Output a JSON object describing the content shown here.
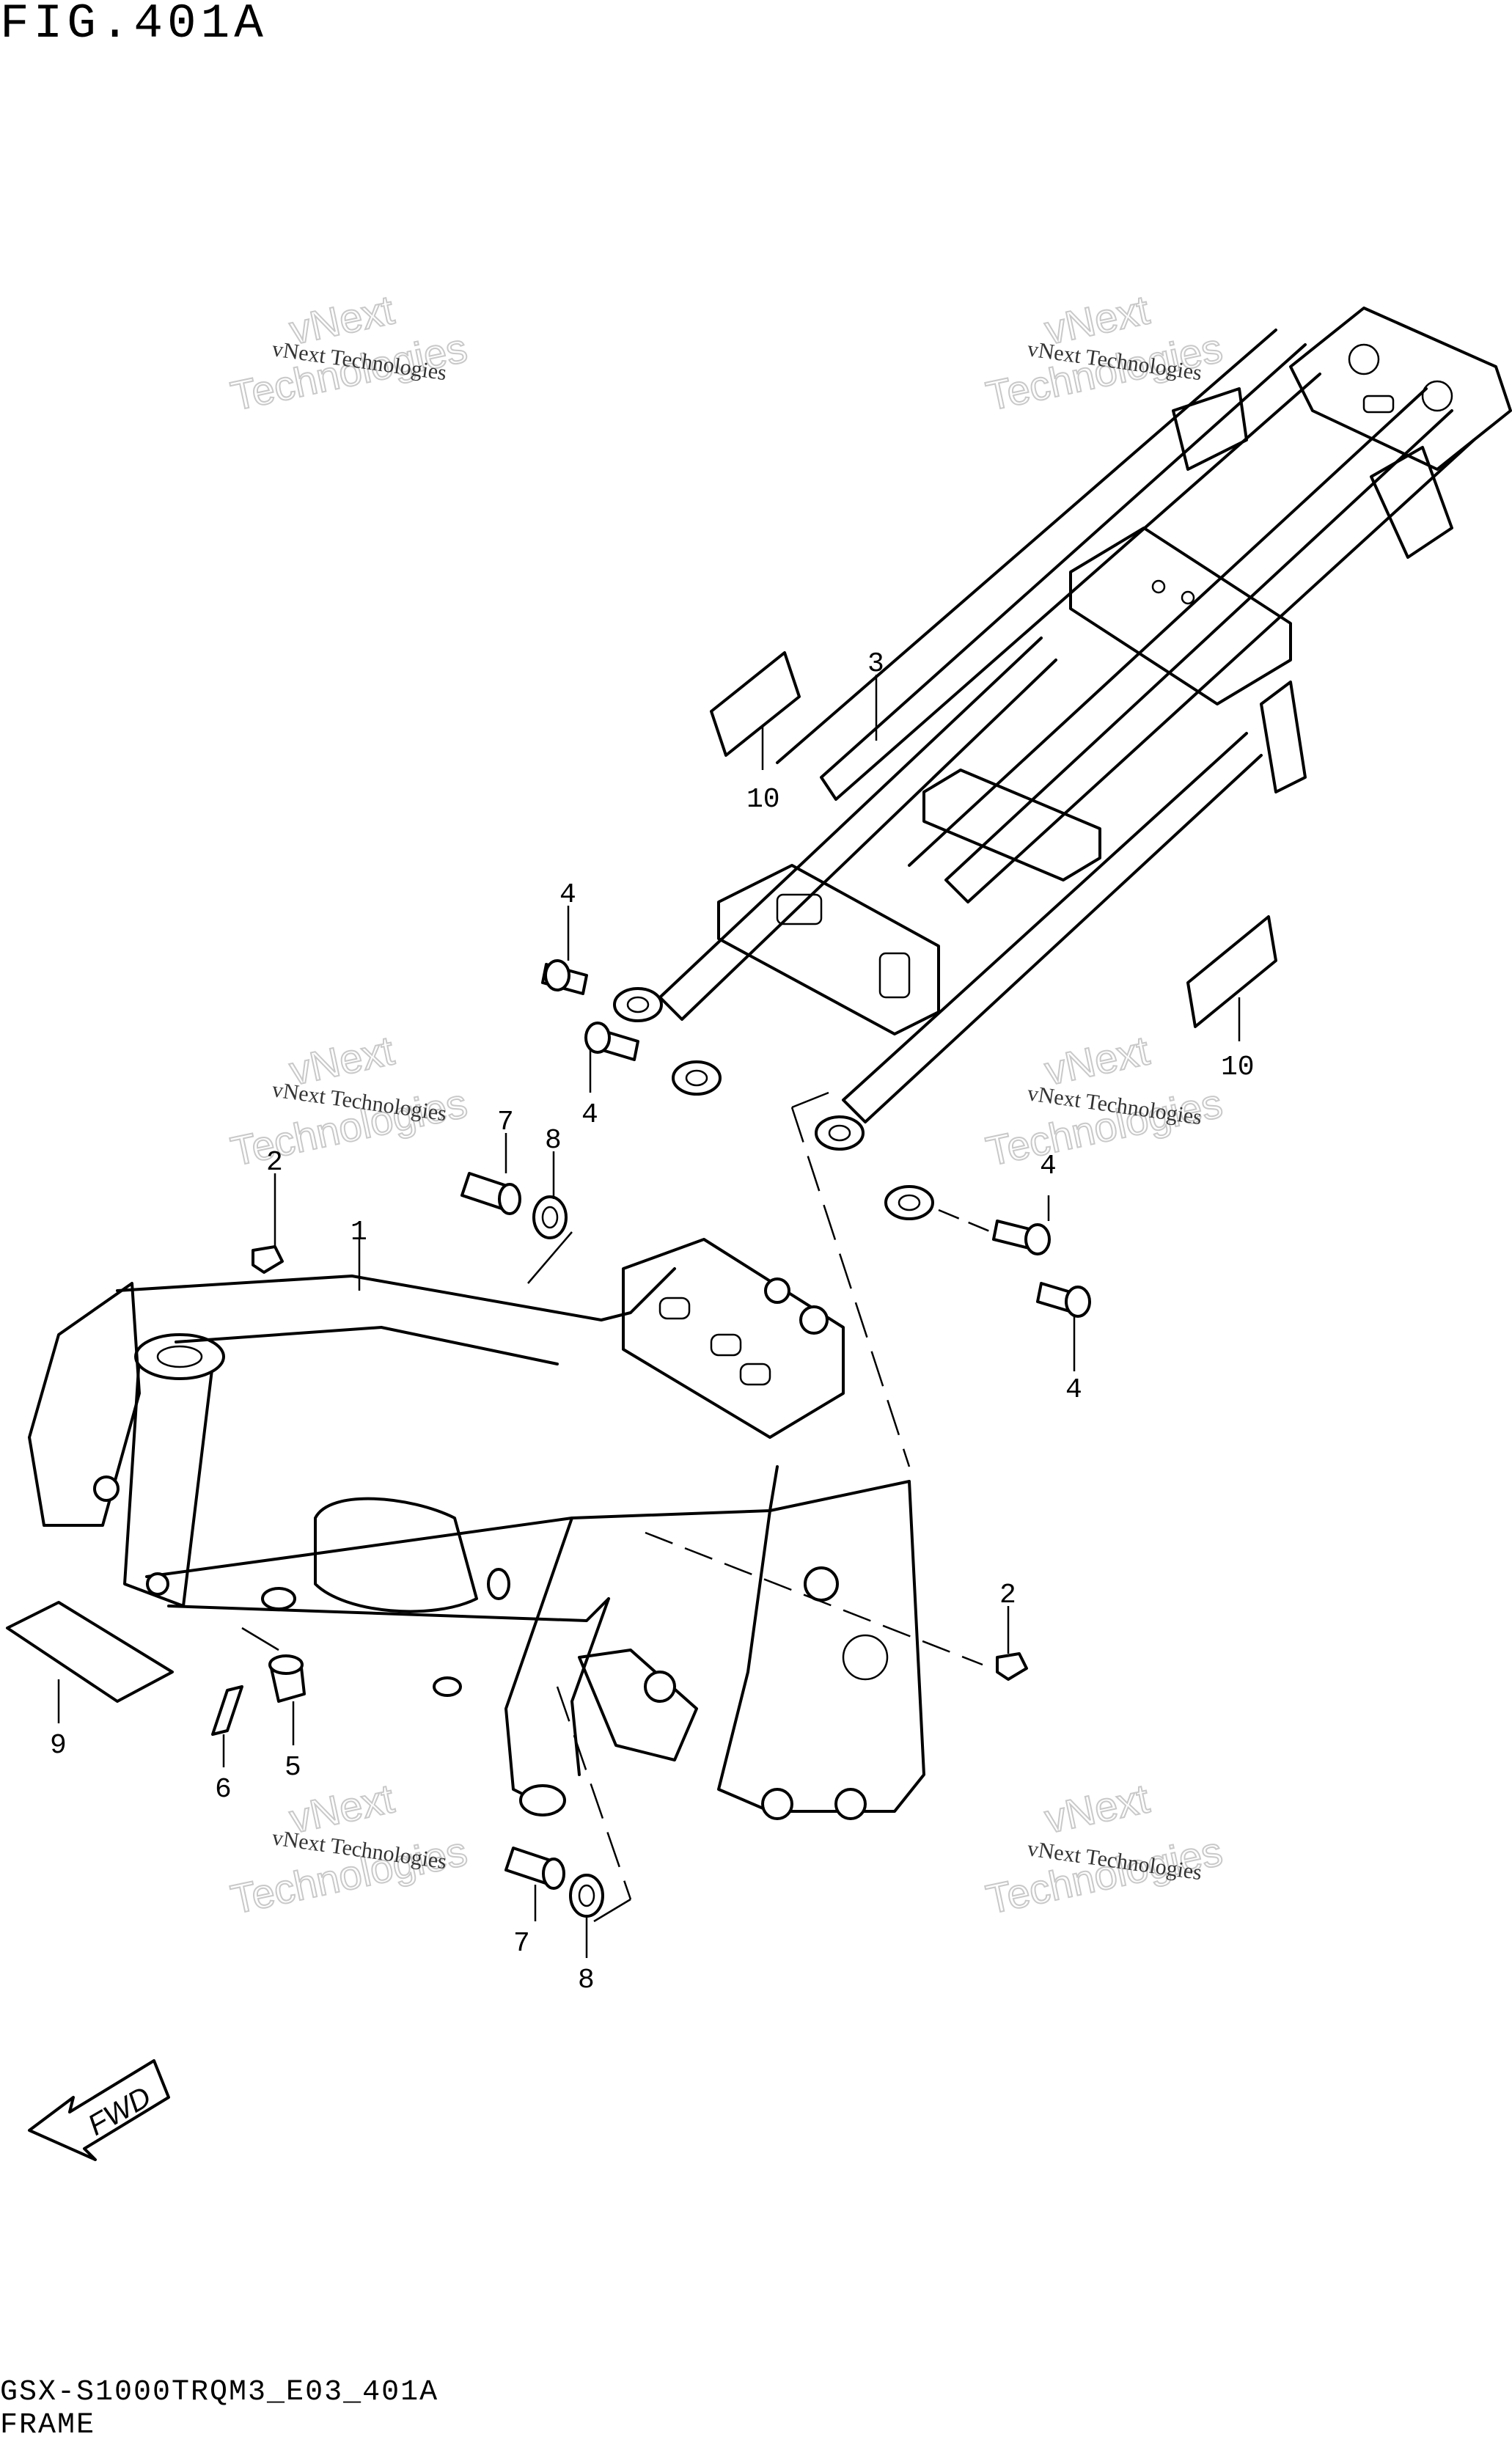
{
  "figure": {
    "title": "FIG.401A",
    "code": "GSX-S1000TRQM3_E03_401A",
    "name": "FRAME"
  },
  "watermark": {
    "small": "vNext Technologies",
    "big_line1": "vNext",
    "big_line2": "Technologies"
  },
  "callouts": {
    "c1": "1",
    "c2a": "2",
    "c2b": "2",
    "c3": "3",
    "c4a": "4",
    "c4b": "4",
    "c4c": "4",
    "c4d": "4",
    "c5": "5",
    "c6": "6",
    "c7a": "7",
    "c7b": "7",
    "c8a": "8",
    "c8b": "8",
    "c9": "9",
    "c10a": "10",
    "c10b": "10"
  },
  "fwd_label": "FWD"
}
